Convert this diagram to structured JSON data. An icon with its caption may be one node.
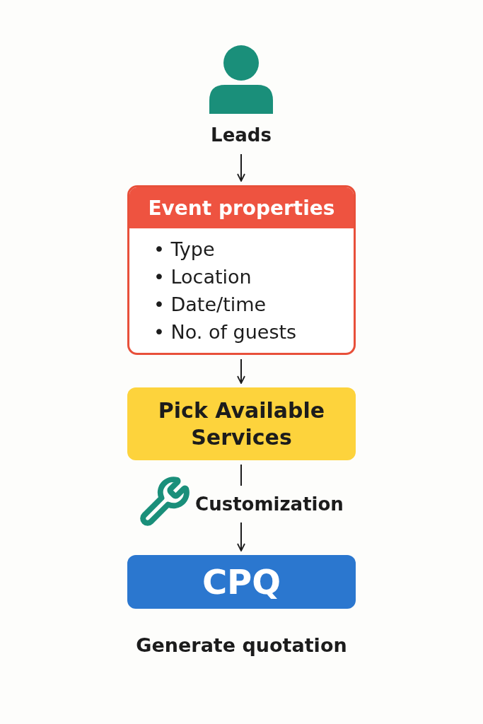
{
  "diagram": {
    "nodes": [
      {
        "text": [
          "Leads"
        ]
      },
      {
        "text": [
          "Event properties",
          "• Type",
          "• Location",
          "• Date/time",
          "• No. of guests"
        ]
      },
      {
        "text": [
          "Pick Available Services"
        ]
      },
      {
        "text": [
          "Customization"
        ]
      },
      {
        "text": [
          "CPQ"
        ],
        "beside": [
          "Generate quotation"
        ]
      }
    ],
    "edges": [
      {
        "from": 0,
        "to": 1,
        "arrow": "to"
      },
      {
        "from": 1,
        "to": 2,
        "arrow": "to"
      },
      {
        "from": 2,
        "to": 3,
        "arrow": "none"
      },
      {
        "from": 3,
        "to": 4,
        "arrow": "to"
      }
    ]
  }
}
